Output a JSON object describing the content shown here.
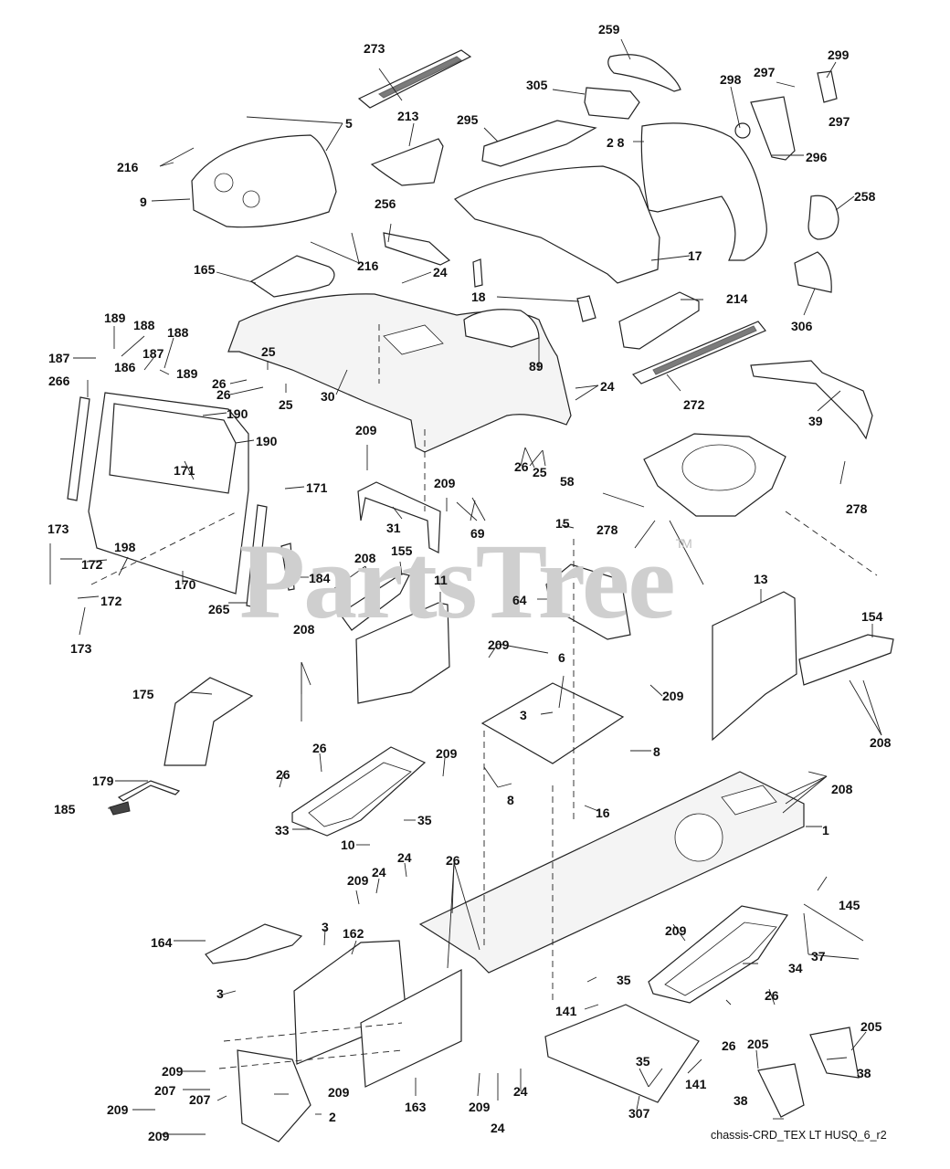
{
  "diagram": {
    "type": "exploded-parts-diagram",
    "subject": "Riding mower chassis and enclosures",
    "watermark": "PartsTree",
    "watermark_tm": "TM",
    "caption": "chassis-CRD_TEX LT HUSQ_6_r2",
    "callouts": [
      {
        "id": "c273",
        "label": "273"
      },
      {
        "id": "c259",
        "label": "259"
      },
      {
        "id": "c299",
        "label": "299"
      },
      {
        "id": "c297a",
        "label": "297"
      },
      {
        "id": "c297b",
        "label": "297"
      },
      {
        "id": "c298",
        "label": "298"
      },
      {
        "id": "c305",
        "label": "305"
      },
      {
        "id": "c5",
        "label": "5"
      },
      {
        "id": "c213",
        "label": "213"
      },
      {
        "id": "c295",
        "label": "295"
      },
      {
        "id": "c28",
        "label": "2 8"
      },
      {
        "id": "c296",
        "label": "296"
      },
      {
        "id": "c216a",
        "label": "216"
      },
      {
        "id": "c9",
        "label": "9"
      },
      {
        "id": "c256",
        "label": "256"
      },
      {
        "id": "c258",
        "label": "258"
      },
      {
        "id": "c17",
        "label": "17"
      },
      {
        "id": "c216b",
        "label": "216"
      },
      {
        "id": "c165",
        "label": "165"
      },
      {
        "id": "c24a",
        "label": "24"
      },
      {
        "id": "c18",
        "label": "18"
      },
      {
        "id": "c214",
        "label": "214"
      },
      {
        "id": "c306",
        "label": "306"
      },
      {
        "id": "c189a",
        "label": "189"
      },
      {
        "id": "c188a",
        "label": "188"
      },
      {
        "id": "c188b",
        "label": "188"
      },
      {
        "id": "c187a",
        "label": "187"
      },
      {
        "id": "c187b",
        "label": "187"
      },
      {
        "id": "c186",
        "label": "186"
      },
      {
        "id": "c189b",
        "label": "189"
      },
      {
        "id": "c25a",
        "label": "25"
      },
      {
        "id": "c26a",
        "label": "26"
      },
      {
        "id": "c26b",
        "label": "26"
      },
      {
        "id": "c25b",
        "label": "25"
      },
      {
        "id": "c30",
        "label": "30"
      },
      {
        "id": "c89",
        "label": "89"
      },
      {
        "id": "c266",
        "label": "266"
      },
      {
        "id": "c190a",
        "label": "190"
      },
      {
        "id": "c190b",
        "label": "190"
      },
      {
        "id": "c24b",
        "label": "24"
      },
      {
        "id": "c272",
        "label": "272"
      },
      {
        "id": "c39",
        "label": "39"
      },
      {
        "id": "c171a",
        "label": "171"
      },
      {
        "id": "c171b",
        "label": "171"
      },
      {
        "id": "c209a",
        "label": "209"
      },
      {
        "id": "c26c",
        "label": "26"
      },
      {
        "id": "c25c",
        "label": "25"
      },
      {
        "id": "c209b",
        "label": "209"
      },
      {
        "id": "c58",
        "label": "58"
      },
      {
        "id": "c278a",
        "label": "278"
      },
      {
        "id": "c31",
        "label": "31"
      },
      {
        "id": "c69",
        "label": "69"
      },
      {
        "id": "c15",
        "label": "15"
      },
      {
        "id": "c278b",
        "label": "278"
      },
      {
        "id": "c173a",
        "label": "173"
      },
      {
        "id": "c172a",
        "label": "172"
      },
      {
        "id": "c198",
        "label": "198"
      },
      {
        "id": "c170",
        "label": "170"
      },
      {
        "id": "c172b",
        "label": "172"
      },
      {
        "id": "c173b",
        "label": "173"
      },
      {
        "id": "c208a",
        "label": "208"
      },
      {
        "id": "c155",
        "label": "155"
      },
      {
        "id": "c184",
        "label": "184"
      },
      {
        "id": "c265",
        "label": "265"
      },
      {
        "id": "c11",
        "label": "11"
      },
      {
        "id": "c64",
        "label": "64"
      },
      {
        "id": "c13",
        "label": "13"
      },
      {
        "id": "c154",
        "label": "154"
      },
      {
        "id": "c208b",
        "label": "208"
      },
      {
        "id": "c209c",
        "label": "209"
      },
      {
        "id": "c6",
        "label": "6"
      },
      {
        "id": "c3a",
        "label": "3"
      },
      {
        "id": "c209d",
        "label": "209"
      },
      {
        "id": "c208c",
        "label": "208"
      },
      {
        "id": "c175",
        "label": "175"
      },
      {
        "id": "c26d",
        "label": "26"
      },
      {
        "id": "c26e",
        "label": "26"
      },
      {
        "id": "c209e",
        "label": "209"
      },
      {
        "id": "c8a",
        "label": "8"
      },
      {
        "id": "c8b",
        "label": "8"
      },
      {
        "id": "c208d",
        "label": "208"
      },
      {
        "id": "c179",
        "label": "179"
      },
      {
        "id": "c185",
        "label": "185"
      },
      {
        "id": "c16",
        "label": "16"
      },
      {
        "id": "c35a",
        "label": "35"
      },
      {
        "id": "c33",
        "label": "33"
      },
      {
        "id": "c1",
        "label": "1"
      },
      {
        "id": "c10",
        "label": "10"
      },
      {
        "id": "c24c",
        "label": "24"
      },
      {
        "id": "c26f",
        "label": "26"
      },
      {
        "id": "c24d",
        "label": "24"
      },
      {
        "id": "c209f",
        "label": "209"
      },
      {
        "id": "c145",
        "label": "145"
      },
      {
        "id": "c164",
        "label": "164"
      },
      {
        "id": "c3b",
        "label": "3"
      },
      {
        "id": "c162",
        "label": "162"
      },
      {
        "id": "c209g",
        "label": "209"
      },
      {
        "id": "c37",
        "label": "37"
      },
      {
        "id": "c34",
        "label": "34"
      },
      {
        "id": "c3c",
        "label": "3"
      },
      {
        "id": "c35b",
        "label": "35"
      },
      {
        "id": "c141a",
        "label": "141"
      },
      {
        "id": "c26g",
        "label": "26"
      },
      {
        "id": "c26h",
        "label": "26"
      },
      {
        "id": "c205a",
        "label": "205"
      },
      {
        "id": "c205b",
        "label": "205"
      },
      {
        "id": "c35c",
        "label": "35"
      },
      {
        "id": "c38a",
        "label": "38"
      },
      {
        "id": "c209h",
        "label": "209"
      },
      {
        "id": "c207a",
        "label": "207"
      },
      {
        "id": "c207b",
        "label": "207"
      },
      {
        "id": "c209i",
        "label": "209"
      },
      {
        "id": "c209j",
        "label": "209"
      },
      {
        "id": "c2",
        "label": "2"
      },
      {
        "id": "c163",
        "label": "163"
      },
      {
        "id": "c209k",
        "label": "209"
      },
      {
        "id": "c24e",
        "label": "24"
      },
      {
        "id": "c24f",
        "label": "24"
      },
      {
        "id": "c141b",
        "label": "141"
      },
      {
        "id": "c307",
        "label": "307"
      },
      {
        "id": "c38b",
        "label": "38"
      },
      {
        "id": "c209l",
        "label": "209"
      }
    ]
  }
}
